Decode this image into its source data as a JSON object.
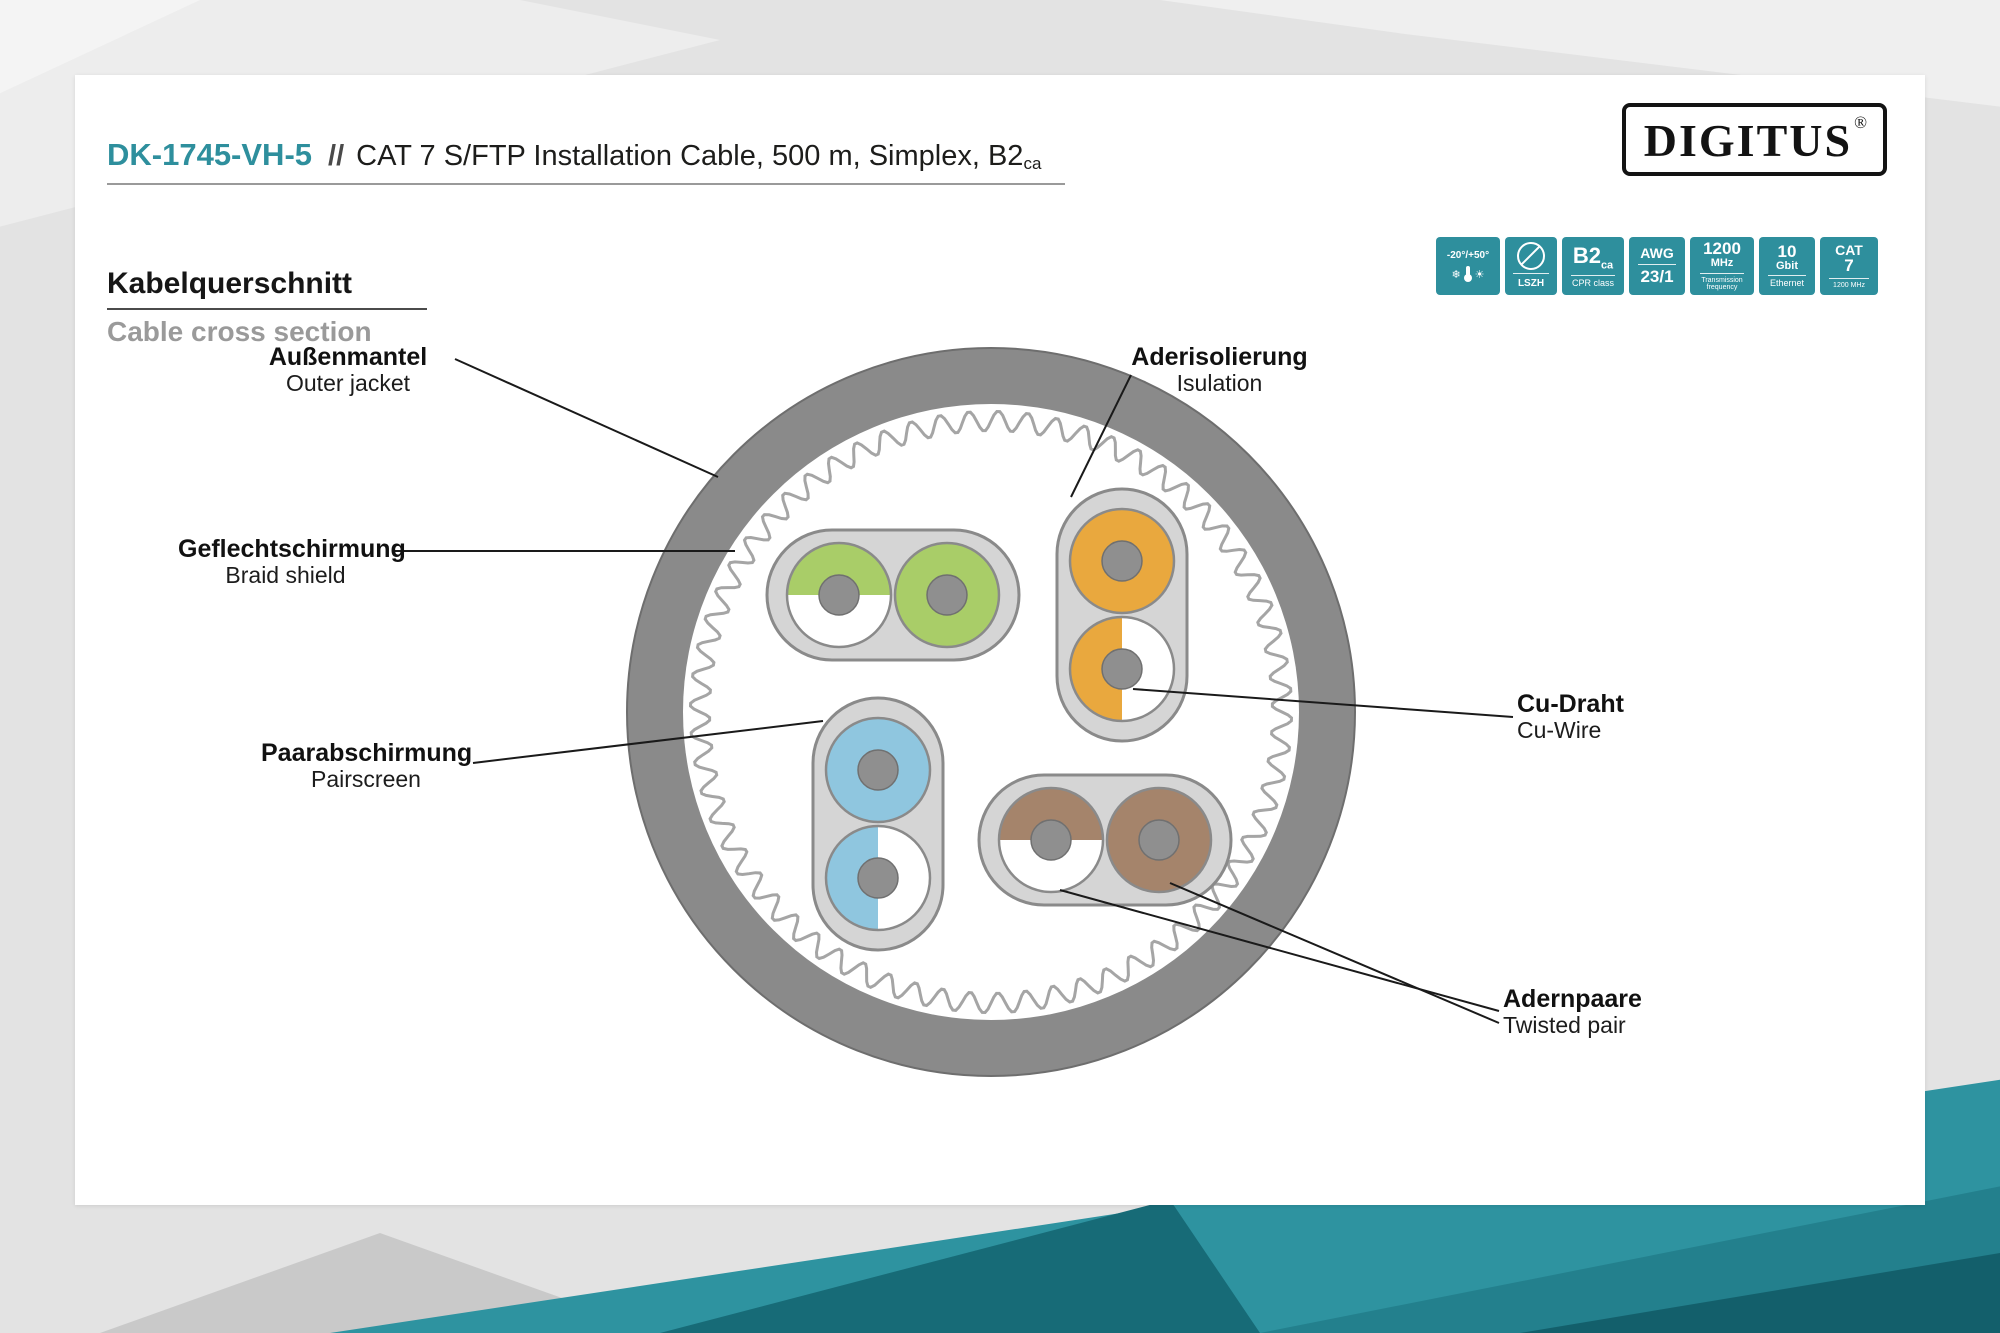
{
  "brand": {
    "logo_text": "DIGITUS",
    "registered_mark": "®"
  },
  "header": {
    "product_code": "DK-1745-VH-5",
    "separator": "//",
    "title_main": "CAT 7 S/FTP Installation Cable, 500 m, Simplex, B2",
    "title_sub": "ca"
  },
  "section": {
    "heading_de": "Kabelquerschnitt",
    "heading_en": "Cable cross section"
  },
  "badges": [
    {
      "name": "temperature-range",
      "range": "-20°/+50°",
      "icon_snow": "❄",
      "icon_sun": "☀"
    },
    {
      "name": "lszh",
      "label": "LSZH"
    },
    {
      "name": "cpr-class",
      "value": "B2",
      "value_sub": "ca",
      "caption": "CPR class"
    },
    {
      "name": "awg",
      "title": "AWG",
      "value": "23/1"
    },
    {
      "name": "transmission-frequency",
      "value": "1200",
      "unit": "MHz",
      "caption1": "Transmission",
      "caption2": "frequency"
    },
    {
      "name": "ethernet",
      "value": "10",
      "unit": "Gbit",
      "caption": "Ethernet"
    },
    {
      "name": "cat7",
      "title": "CAT",
      "value": "7",
      "caption": "1200 MHz"
    }
  ],
  "diagram_labels": {
    "outer_jacket": {
      "de": "Außenmantel",
      "en": "Outer jacket"
    },
    "braid_shield": {
      "de": "Geflechtschirmung",
      "en": "Braid shield"
    },
    "pairscreen": {
      "de": "Paarabschirmung",
      "en": "Pairscreen"
    },
    "insulation": {
      "de": "Aderisolierung",
      "en": "Isulation"
    },
    "cu_wire": {
      "de": "Cu-Draht",
      "en": "Cu-Wire"
    },
    "twisted_pair": {
      "de": "Adernpaare",
      "en": "Twisted pair"
    }
  },
  "colors": {
    "accent_teal": "#2E8F9D",
    "badge_teal": "#2E8F9D",
    "jacket_gray": "#8A8A8A",
    "screen_gray": "#D5D5D5",
    "braid_gray": "#A5A5A5",
    "cu_gray": "#8F8F8F",
    "pair_green": "#A9CD68",
    "pair_orange": "#E9A83E",
    "pair_blue": "#8FC6DF",
    "pair_brown": "#A5846B"
  }
}
